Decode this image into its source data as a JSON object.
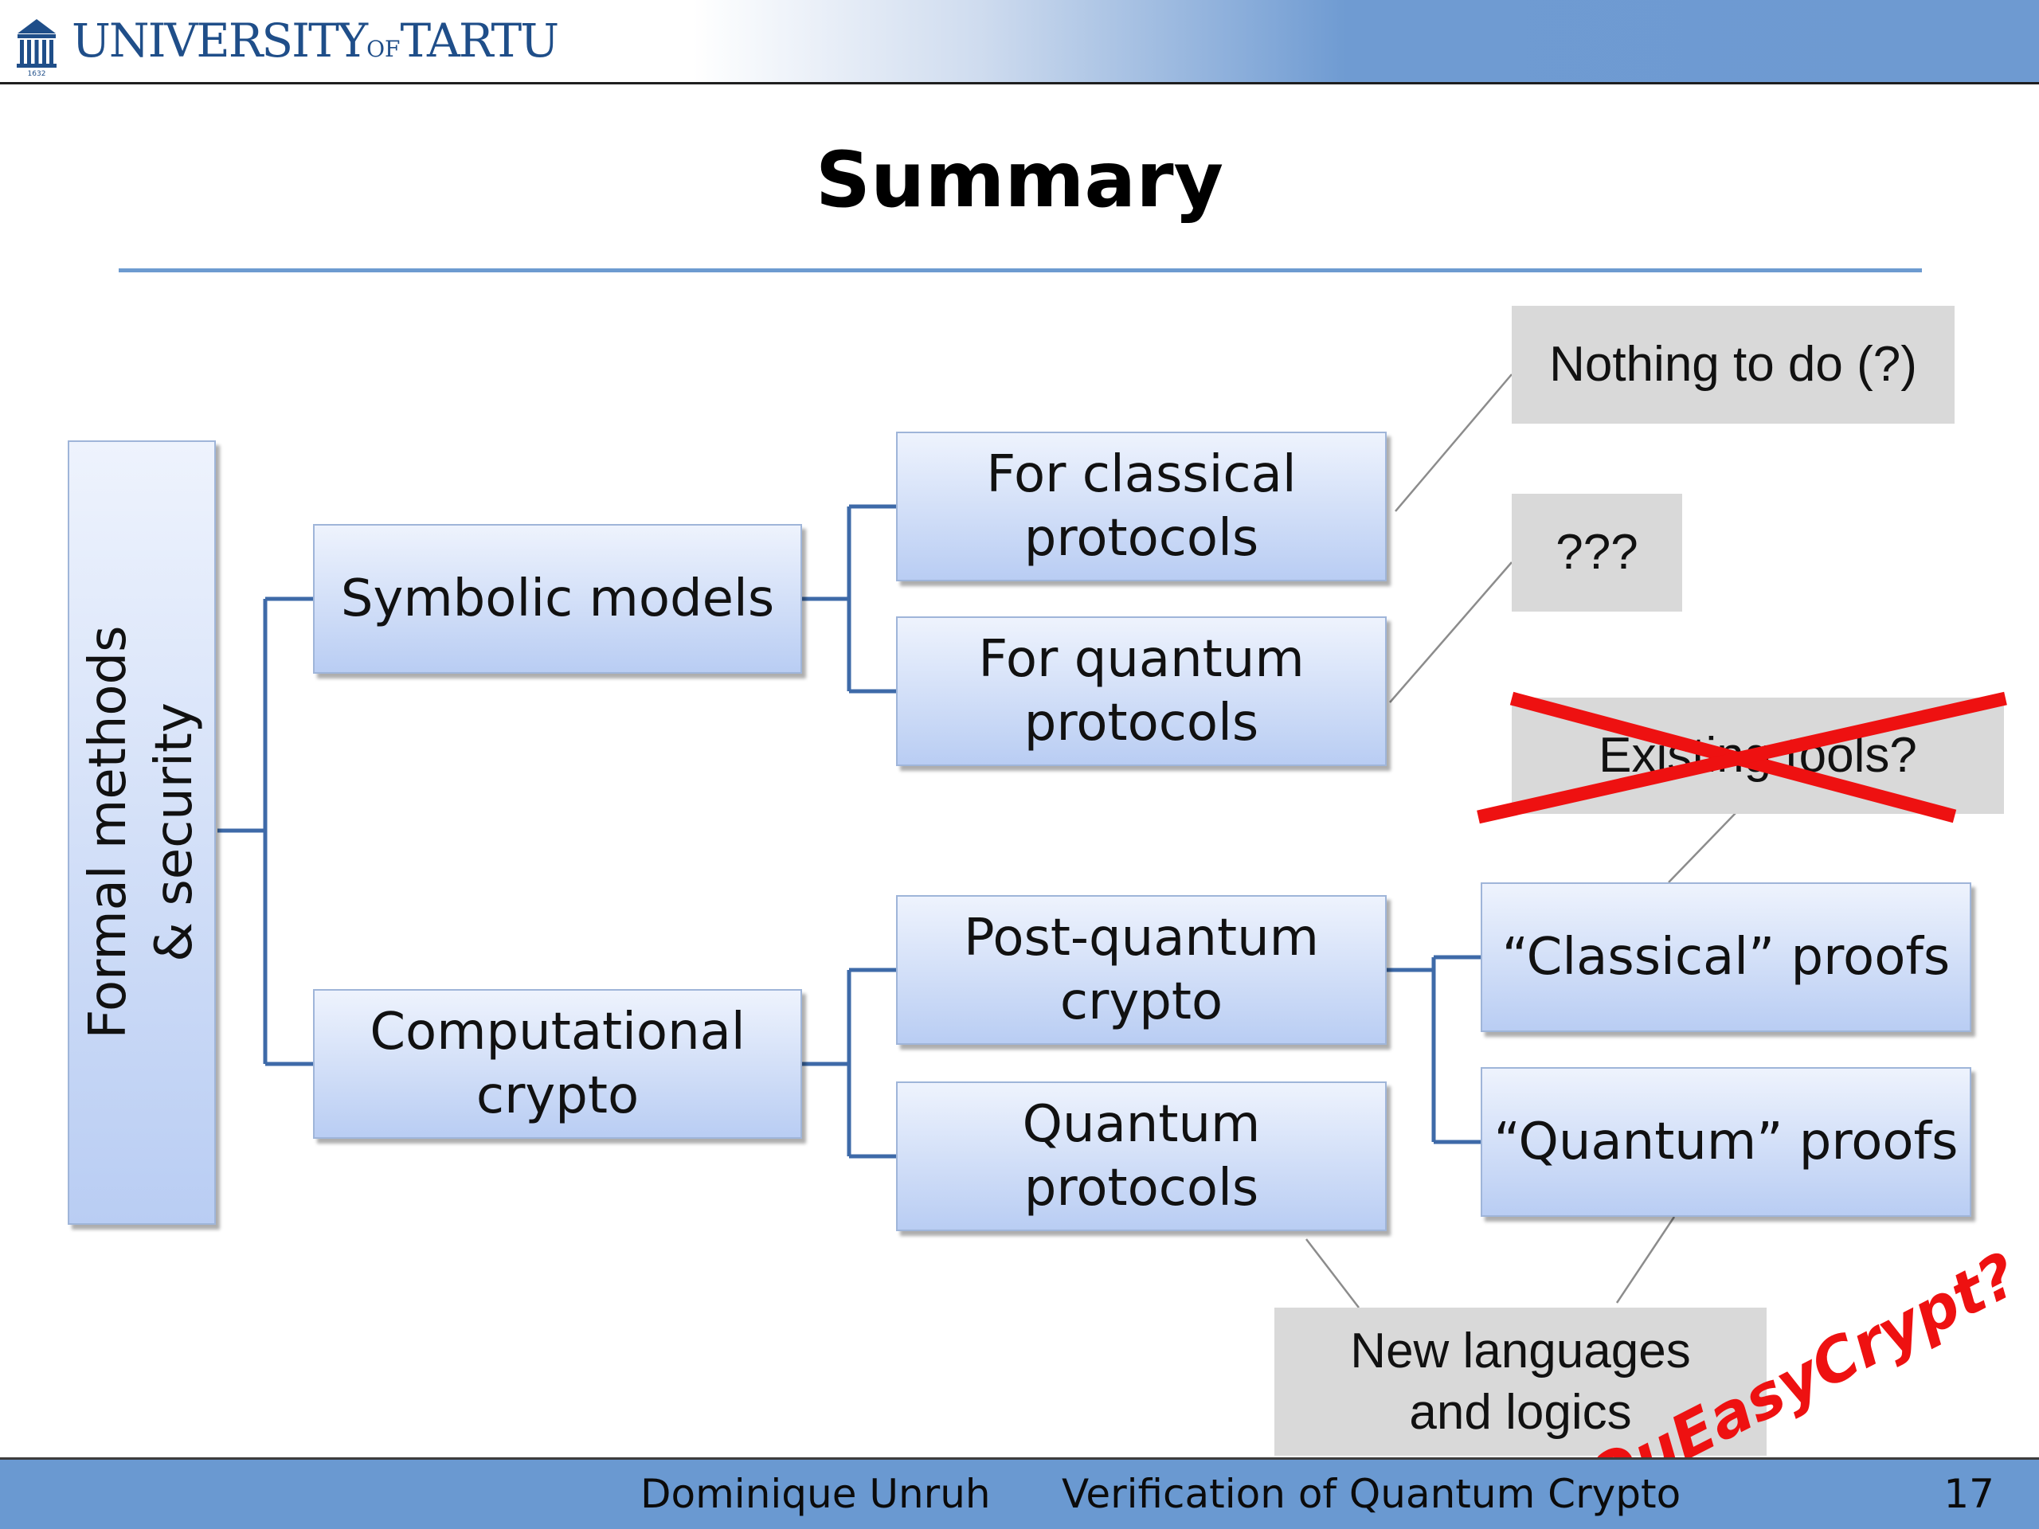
{
  "header": {
    "university_prefix": "UNIVERSITY",
    "university_of": "OF",
    "university_suffix": "TARTU",
    "logo_year": "1632"
  },
  "slide": {
    "title": "Summary"
  },
  "diagram": {
    "root": "Formal methods\n& security",
    "symbolic": "Symbolic models",
    "computational": "Computational\ncrypto",
    "for_classical": "For classical\nprotocols",
    "for_quantum": "For quantum\nprotocols",
    "post_quantum": "Post-quantum\ncrypto",
    "quantum_protocols": "Quantum\nprotocols",
    "classical_proofs": "“Classical” proofs",
    "quantum_proofs": "“Quantum” proofs",
    "notes": {
      "nothing": "Nothing to do (?)",
      "unknown": "???",
      "existing_tools": "Existing tools?",
      "new_languages": "New languages\nand logics"
    },
    "annotation": "QuEasyCrypt?",
    "colors": {
      "connector": "#3e6aa8",
      "cross": "#ee1111",
      "note_bg": "#d9d9d9",
      "accent": "#6d9bd0"
    }
  },
  "footer": {
    "author": "Dominique Unruh",
    "talk": "Verification of Quantum Crypto",
    "page": "17"
  }
}
